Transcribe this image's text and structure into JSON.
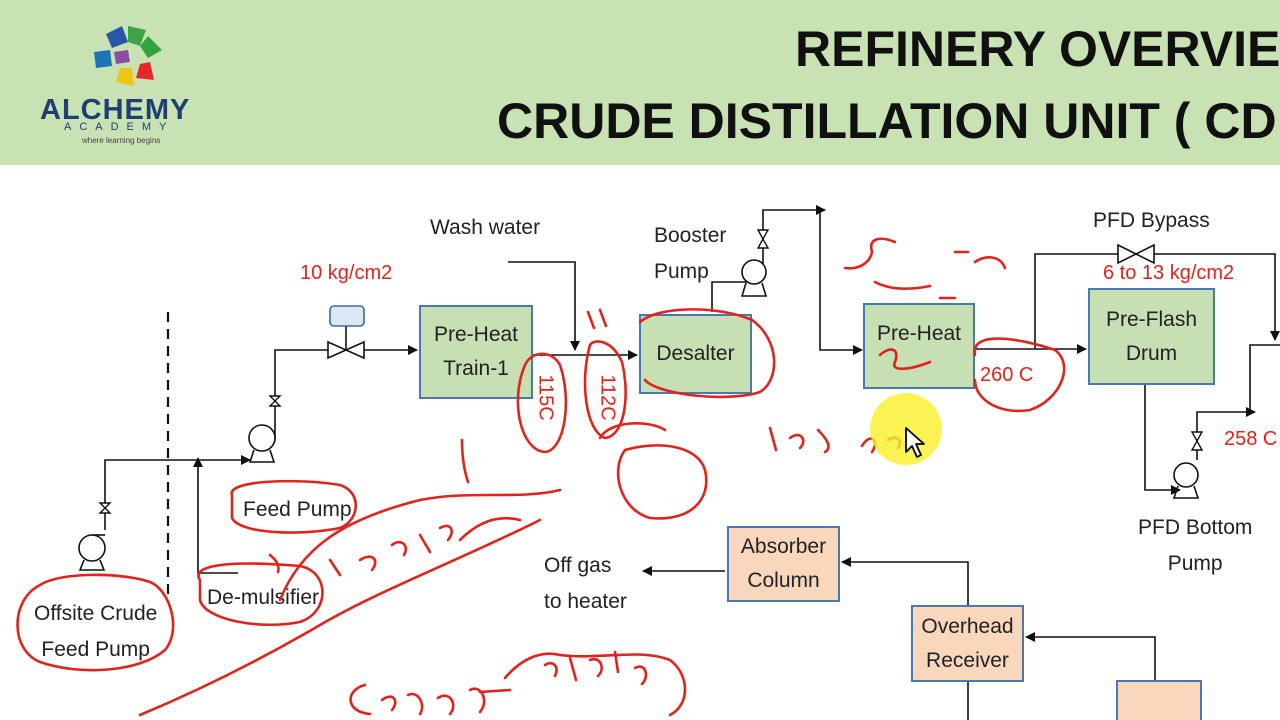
{
  "header": {
    "logo_name": "ALCHEMY",
    "logo_sub": "ACADEMY",
    "logo_tagline": "where learning begins",
    "title_line1": "REFINERY OVERVIE",
    "title_line2": "CRUDE DISTILLATION UNIT ( CD"
  },
  "units": {
    "preheat_train_1": "Pre-Heat\nTrain-1",
    "desalter": "Desalter",
    "preheat_2": "Pre-Heat",
    "preflash_drum": "Pre-Flash\nDrum",
    "absorber_column": "Absorber\nColumn",
    "overhead_receiver": "Overhead\nReceiver"
  },
  "labels": {
    "wash_water": "Wash water",
    "booster_pump": "Booster\nPump",
    "pfd_bypass": "PFD Bypass",
    "pfd_bottom_pump": "PFD Bottom\nPump",
    "feed_pump": "Feed Pump",
    "demulsifier": "De-mulsifier",
    "offsite_crude_feed_pump": "Offsite Crude\nFeed Pump",
    "off_gas_to_heater": "Off gas\nto heater"
  },
  "conditions": {
    "feed_pressure": "10 kg/cm2",
    "preflash_pressure": "6 to 13 kg/cm2",
    "temp_after_preheat": "260 C",
    "temp_right": "258 C",
    "temp_preheat_1_out": "115C",
    "temp_desalter_in": "112C"
  },
  "colors": {
    "header_bg": "#c8e2b4",
    "unit_green": "#c6e0b4",
    "unit_peach": "#f8d7bd",
    "unit_border": "#4a78b3",
    "annotation_red": "#e0241b",
    "pointer_yellow": "#f9ef2a"
  },
  "icons": [
    "logo-icon",
    "pump-icon",
    "valve-icon",
    "control-valve-icon",
    "cursor-icon"
  ]
}
